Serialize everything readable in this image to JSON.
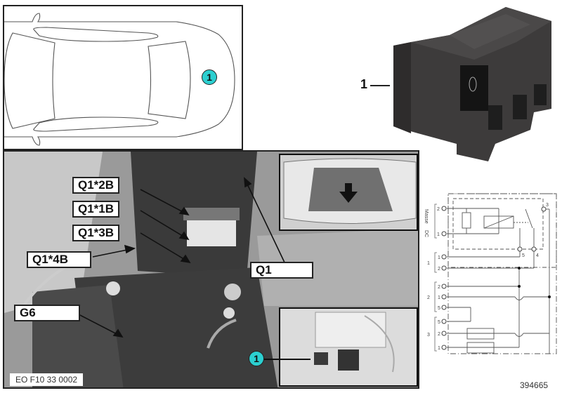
{
  "overview": {
    "view": "car-top-view",
    "callout": "1",
    "callout_color": "#2ccfd0"
  },
  "part": {
    "label": "1",
    "description": "relay-block-component-photo"
  },
  "photo": {
    "labels": {
      "q1_2b": "Q1*2B",
      "q1_1b": "Q1*1B",
      "q1_3b": "Q1*3B",
      "q1_4b": "Q1*4B",
      "q1": "Q1",
      "g6": "G6"
    },
    "callout": "1",
    "caption": "EO F10 33 0002"
  },
  "schematic": {
    "side_labels": {
      "masse": "Masse",
      "dc": "DC"
    },
    "relay_pins": [
      "2",
      "1",
      "3",
      "5",
      "4"
    ],
    "groups": [
      {
        "name": "1",
        "pins": [
          "1",
          "2"
        ]
      },
      {
        "name": "2",
        "pins": [
          "2",
          "1",
          "5"
        ]
      },
      {
        "name": "3",
        "pins": [
          "5",
          "2",
          "1"
        ]
      }
    ]
  },
  "footer": {
    "diagram_number": "394665"
  }
}
